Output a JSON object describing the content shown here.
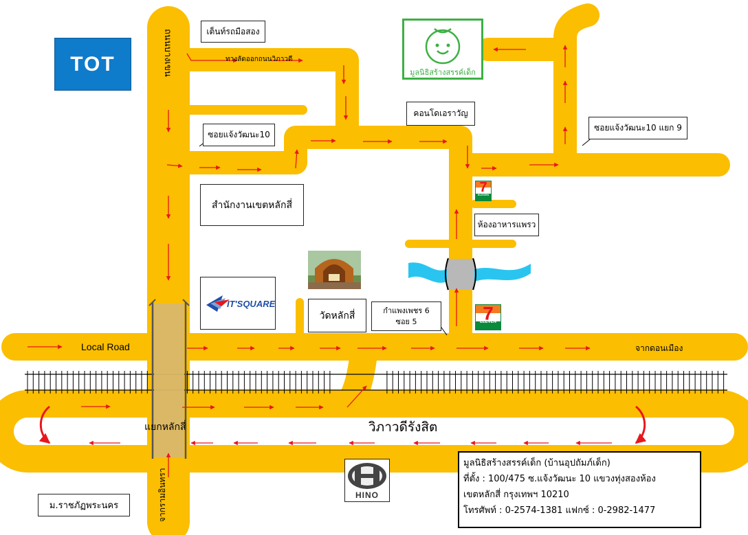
{
  "colors": {
    "road": "#FBBE00",
    "bridge": "#D9B76A",
    "arrow": "#E8171C",
    "river": "#29C5F0",
    "tot_bg": "#0F7BCB",
    "foundation_green": "#3CB043",
    "seven_green": "#0B8A3C",
    "seven_red": "#E3161B",
    "seven_orange": "#F47A20"
  },
  "roads": {
    "vertical_left_name": "ถนนบางเขน",
    "south_road_name": "จากรามอินทรา",
    "local_road": "Local Road",
    "from_don_mueang": "จากดอนเมือง",
    "main_road": "วิภาวดีรังสิต",
    "junction": "แยกหลักสี่",
    "shortcut": "ทางลัดออกถนนวิภาวดี"
  },
  "labels": {
    "second_hand_tent": "เต็นท์รถมือสอง",
    "soi_10": "ซอยแจ้งวัฒนะ10",
    "district_office": "สำนักงานเขตหลักสี่",
    "condo": "คอนโดเอราวัญ",
    "soi_10_9": "ซอยแจ้งวัฒนะ10 แยก 9",
    "restaurant": "ห้องอาหารแพรว",
    "temple": "วัดหลักสี่",
    "kamphaeng_line1": "กำแพงเพชร 6",
    "kamphaeng_line2": "ซอย 5",
    "university": "ม.ราชภัฏพระนคร"
  },
  "logos": {
    "tot": "TOT",
    "foundation": "มูลนิธิสร้างสรรค์เด็ก",
    "it_square_brand": "IT'SQUARE",
    "seven_eleven": "ELEVEN",
    "hino": "HINO"
  },
  "icons": {
    "smile": "smile-icon",
    "temple_photo": "temple-photo-icon",
    "hino_emblem": "hino-emblem-icon"
  },
  "info": {
    "line1": "มูลนิธิสร้างสรรค์เด็ก (บ้านอุปถัมภ์เด็ก)",
    "line2": "ที่ตั้ง : 100/475  ซ.แจ้งวัฒนะ 10  แขวงทุ่งสองห้อง",
    "line3": "เขตหลักสี่  กรุงเทพฯ 10210",
    "line4": "โทรศัพท์ :  0-2574-1381 แฟกซ์ :  0-2982-1477"
  }
}
